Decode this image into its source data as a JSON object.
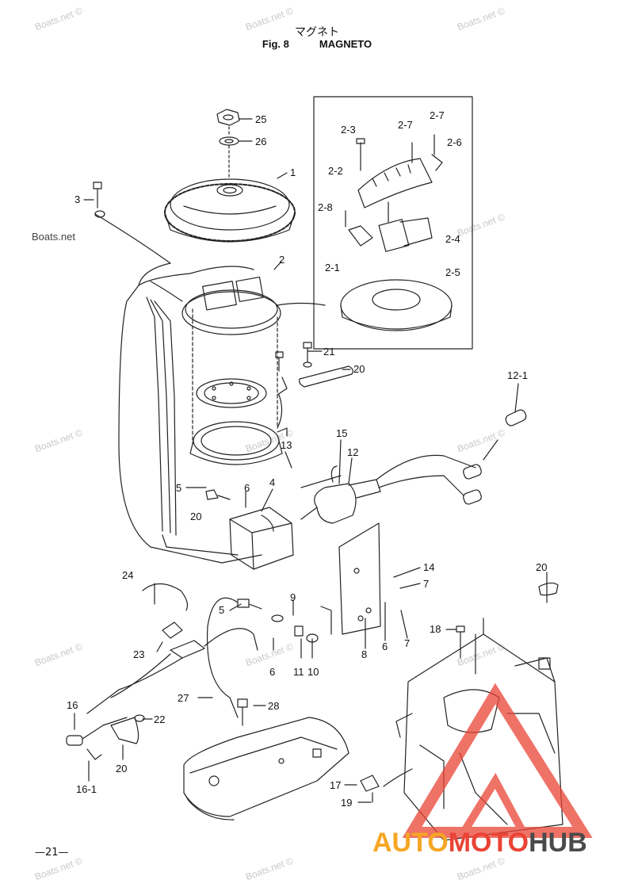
{
  "header": {
    "title_jp": "マグネト",
    "fig_number": "Fig. 8",
    "fig_title": "MAGNETO"
  },
  "page_number": "—21—",
  "watermark": "Boats.net ©",
  "watermark_plain": "Boats.net",
  "brand": {
    "part1": "AUTO",
    "part2": "MOTO",
    "part3": "HUB"
  },
  "callouts": {
    "c25": "25",
    "c26": "26",
    "c1": "1",
    "c3": "3",
    "c2": "2",
    "c2_3": "2-3",
    "c2_7a": "2-7",
    "c2_7b": "2-7",
    "c2_6": "2-6",
    "c2_2": "2-2",
    "c2_8": "2-8",
    "c2_4": "2-4",
    "c2_1": "2-1",
    "c2_5": "2-5",
    "c21": "21",
    "c20a": "20",
    "c12_1": "12-1",
    "c15": "15",
    "c12": "12",
    "c13": "13",
    "c5a": "5",
    "c6a": "6",
    "c4": "4",
    "c20b": "20",
    "c14": "14",
    "c7a": "7",
    "c7b": "7",
    "c24": "24",
    "c5b": "5",
    "c9": "9",
    "c20c": "20",
    "c18": "18",
    "c23": "23",
    "c6b": "6",
    "c11": "11",
    "c10": "10",
    "c8": "8",
    "c6c": "6",
    "c16": "16",
    "c27": "27",
    "c28": "28",
    "c22": "22",
    "c20d": "20",
    "c16_1": "16-1",
    "c17": "17",
    "c19": "19"
  },
  "colors": {
    "line": "#222222",
    "brand_orange": "#f5a623",
    "brand_red": "#ea4335",
    "brand_gray": "#4a4a4a"
  }
}
